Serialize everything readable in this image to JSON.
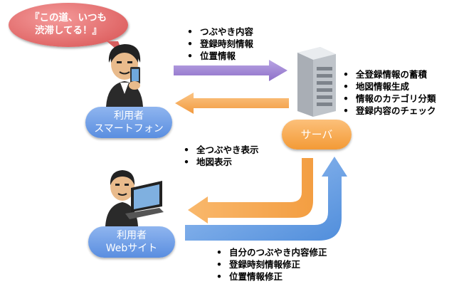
{
  "speech_bubble": {
    "line1": "『この道、いつも",
    "line2": "渋滞してる！』"
  },
  "smartphone_user": {
    "line1": "利用者",
    "line2": "スマートフォン"
  },
  "web_user": {
    "line1": "利用者",
    "line2": "Webサイト"
  },
  "server": {
    "label": "サーバ"
  },
  "upload_items": [
    "つぶやき内容",
    "登録時刻情報",
    "位置情報"
  ],
  "server_tasks": [
    "全登録情報の蓄積",
    "地図情報生成",
    "情報のカテゴリ分類",
    "登録内容のチェック"
  ],
  "display_items": [
    "全つぶやき表示",
    "地図表示"
  ],
  "edit_items": [
    "自分のつぶやき内容修正",
    "登録時刻情報修正",
    "位置情報修正"
  ],
  "colors": {
    "bubble": "#e06767",
    "user_pill": "#6f9fe6",
    "server_pill": "#f7a23b",
    "arrow_purple": "#a186d6",
    "arrow_orange": "#f8b061",
    "arrow_blue": "#6aa2e8"
  }
}
